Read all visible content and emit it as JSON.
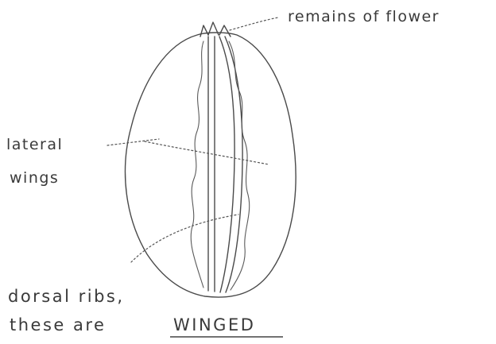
{
  "labels": {
    "remains": "remains of flower",
    "lateral_line1": "lateral",
    "lateral_line2": "wings",
    "dorsal_line1": "dorsal ribs,",
    "dorsal_line2_prefix": "these are",
    "dorsal_line2_emphasis": "WINGED"
  }
}
